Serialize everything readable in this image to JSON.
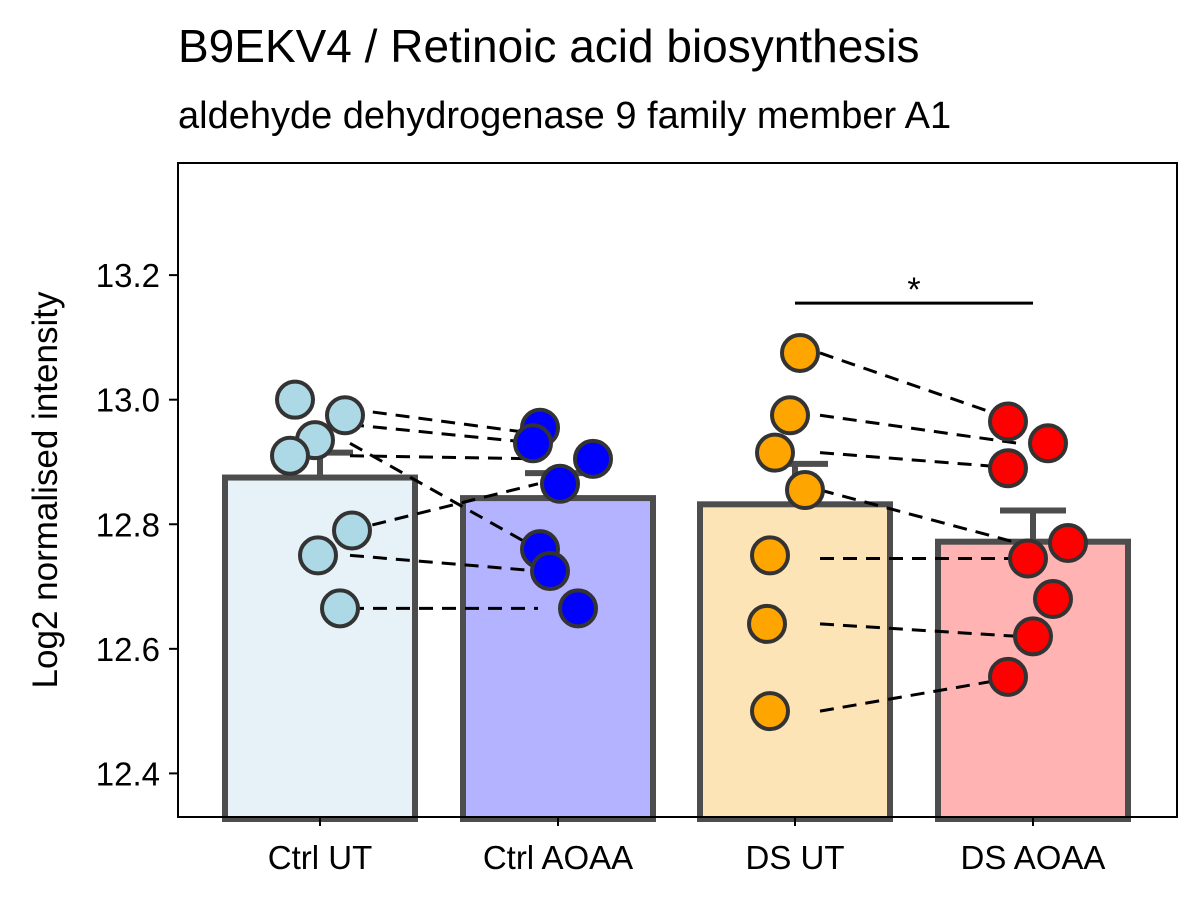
{
  "chart_data": {
    "type": "bar",
    "title": "B9EKV4 / Retinoic acid biosynthesis",
    "subtitle": "aldehyde dehydrogenase 9 family member A1",
    "xlabel": "",
    "ylabel": "Log2 normalised intensity",
    "ylim": [
      12.33,
      13.38
    ],
    "yticks": [
      "12.4",
      "12.6",
      "12.8",
      "13.0",
      "13.2"
    ],
    "grid": false,
    "legend": "none",
    "categories": [
      "Ctrl UT",
      "Ctrl AOAA",
      "DS UT",
      "DS AOAA"
    ],
    "values": [
      12.875,
      12.842,
      12.832,
      12.772
    ],
    "error": [
      0.04,
      0.04,
      0.065,
      0.05
    ],
    "bar_fill": [
      "#e6f2f8",
      "#b3b3ff",
      "#fde4b6",
      "#ffb3b3"
    ],
    "point_fill": [
      "#add8e6",
      "#0000ff",
      "#ffa500",
      "#ff0000"
    ],
    "points": [
      [
        13.0,
        12.975,
        12.935,
        12.91,
        12.79,
        12.75,
        12.665
      ],
      [
        12.955,
        12.93,
        12.905,
        12.865,
        12.76,
        12.725,
        12.665
      ],
      [
        13.075,
        12.975,
        12.915,
        12.855,
        12.75,
        12.64,
        12.5
      ],
      [
        12.965,
        12.93,
        12.89,
        12.77,
        12.745,
        12.68,
        12.62,
        12.555
      ]
    ],
    "pairs": {
      "ctrl": [
        [
          12.985,
          12.945
        ],
        [
          12.96,
          12.93
        ],
        [
          12.91,
          12.905
        ],
        [
          12.93,
          12.76
        ],
        [
          12.79,
          12.865
        ],
        [
          12.75,
          12.725
        ],
        [
          12.665,
          12.665
        ]
      ],
      "ds": [
        [
          13.075,
          12.965
        ],
        [
          12.975,
          12.93
        ],
        [
          12.915,
          12.89
        ],
        [
          12.855,
          12.77
        ],
        [
          12.745,
          12.745
        ],
        [
          12.64,
          12.62
        ],
        [
          12.5,
          12.555
        ]
      ]
    },
    "significance": {
      "label": "*",
      "from": "DS UT",
      "to": "DS AOAA",
      "y": 13.155
    }
  }
}
